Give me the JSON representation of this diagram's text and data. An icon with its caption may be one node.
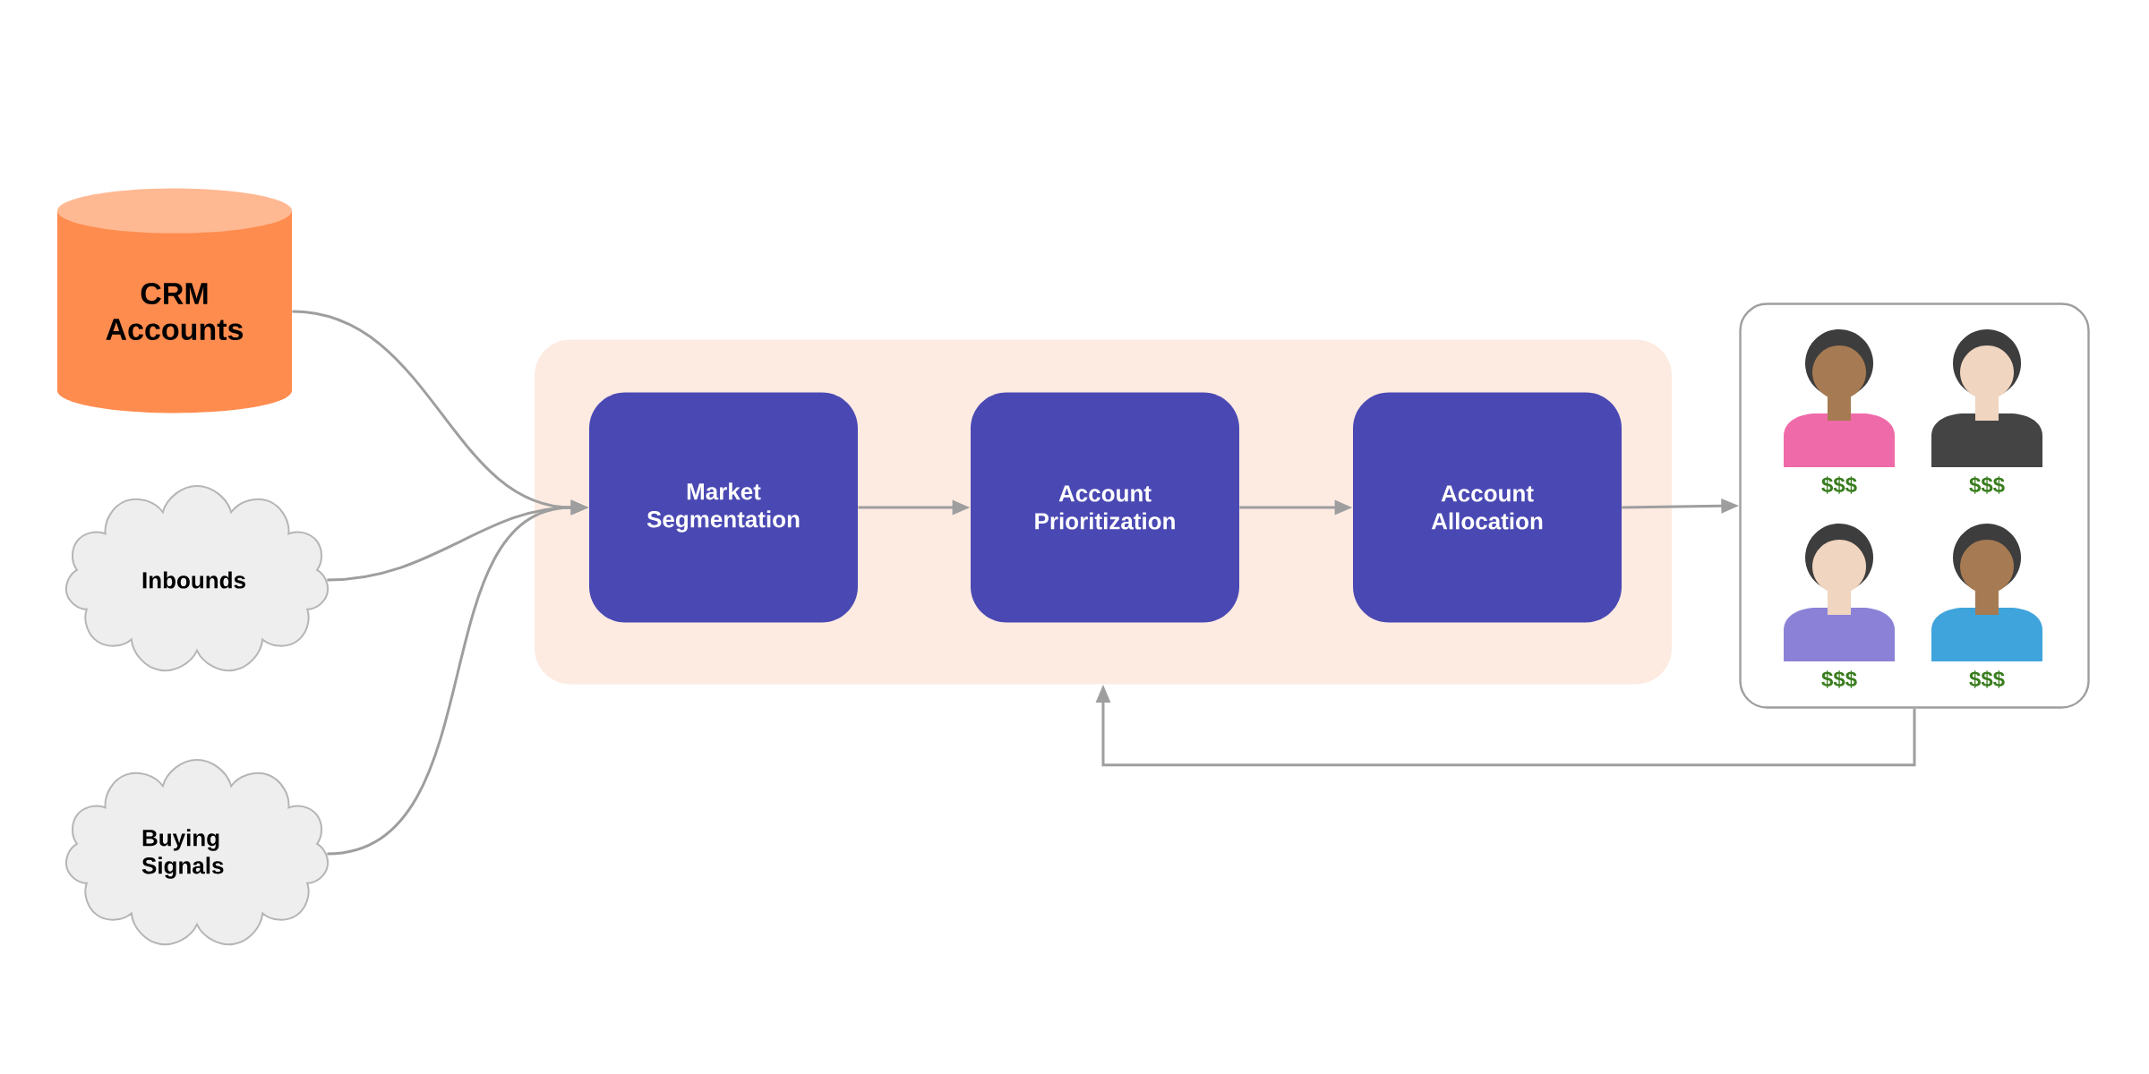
{
  "diagram": {
    "nodes": [
      {
        "text": [
          "CRM Accounts"
        ]
      },
      {
        "text": [
          "Inbounds"
        ]
      },
      {
        "text": [
          "Buying Signals"
        ]
      },
      {
        "text": [],
        "shape": "box"
      },
      {
        "text": [
          "Market Segmentation"
        ],
        "in": 3
      },
      {
        "text": [
          "Account Prioritization"
        ],
        "in": 3
      },
      {
        "text": [
          "Account Allocation"
        ],
        "in": 3
      },
      {
        "text": [],
        "shape": "box"
      },
      {
        "text": [],
        "shape": "person",
        "in": 7,
        "beside": [
          "$$$"
        ]
      },
      {
        "text": [],
        "shape": "person",
        "in": 7,
        "beside": [
          "$$$"
        ]
      },
      {
        "text": [],
        "shape": "person",
        "in": 7,
        "beside": [
          "$$$"
        ]
      },
      {
        "text": [],
        "shape": "person",
        "in": 7,
        "beside": [
          "$$$"
        ]
      }
    ],
    "edges": [
      {
        "from": 0,
        "to": 4,
        "arrow": "to"
      },
      {
        "from": 1,
        "to": 4,
        "arrow": "to"
      },
      {
        "from": 2,
        "to": 4,
        "arrow": "to"
      },
      {
        "from": 4,
        "to": 5,
        "arrow": "to"
      },
      {
        "from": 5,
        "to": 6,
        "arrow": "to"
      },
      {
        "from": 6,
        "to": 7,
        "arrow": "to"
      },
      {
        "from": 7,
        "to": 3,
        "arrow": "to"
      }
    ]
  }
}
